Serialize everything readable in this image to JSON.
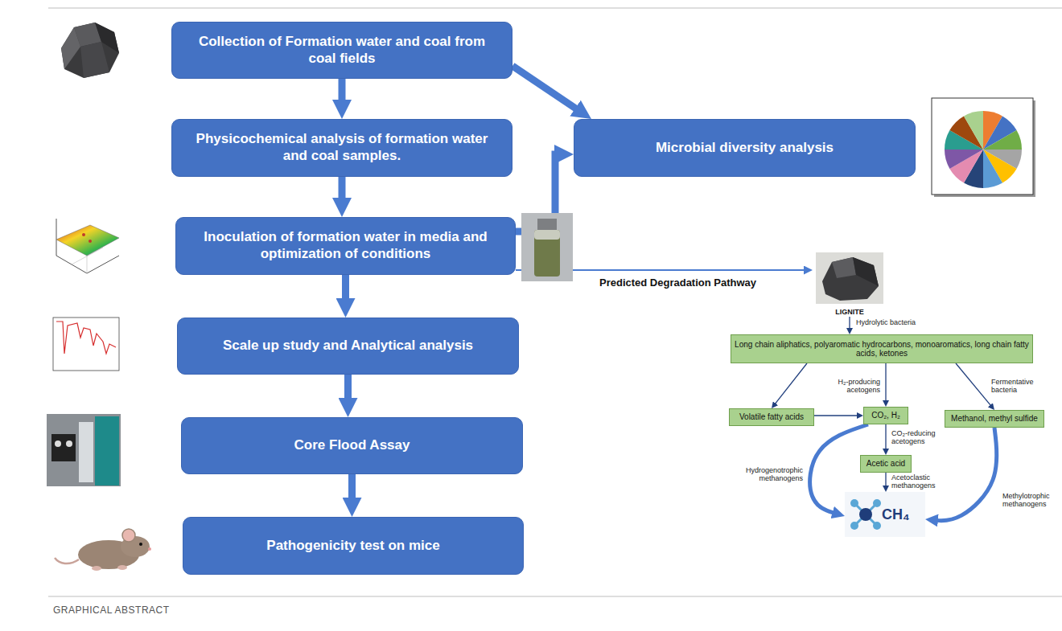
{
  "diagram": {
    "nodes": [
      {
        "text": [
          "Collection of Formation water and coal from coal fields"
        ]
      },
      {
        "text": [
          "Physicochemical analysis of formation water and coal samples."
        ]
      },
      {
        "text": [
          "Microbial diversity analysis"
        ]
      },
      {
        "text": [
          "Inoculation of formation water in media and optimization of conditions"
        ]
      },
      {
        "text": [
          "Scale up study and Analytical analysis"
        ]
      },
      {
        "text": [
          "Core Flood Assay"
        ]
      },
      {
        "text": [
          "Pathogenicity test on mice"
        ]
      },
      {
        "text": [
          "LIGNITE"
        ]
      },
      {
        "text": [
          "Long chain aliphatics, polyaromatic hydrocarbons, monoaromatics, long chain fatty acids, ketones"
        ]
      },
      {
        "text": [
          "Volatile fatty acids"
        ]
      },
      {
        "text": [
          "CO₂, H₂"
        ]
      },
      {
        "text": [
          "Methanol, methyl sulfide"
        ]
      },
      {
        "text": [
          "Acetic acid"
        ]
      },
      {
        "text": [
          "CH₄"
        ]
      }
    ],
    "edges": [
      {
        "from": 0,
        "to": 1,
        "arrow": "to"
      },
      {
        "from": 1,
        "to": 3,
        "arrow": "to"
      },
      {
        "from": 3,
        "to": 4,
        "arrow": "to"
      },
      {
        "from": 4,
        "to": 5,
        "arrow": "to"
      },
      {
        "from": 5,
        "to": 6,
        "arrow": "to"
      },
      {
        "from": 0,
        "to": 2,
        "arrow": "to"
      },
      {
        "from": 3,
        "to": 2,
        "arrow": "to"
      },
      {
        "from": 3,
        "to": 7,
        "label": "Predicted Degradation Pathway",
        "arrow": "to"
      },
      {
        "from": 7,
        "to": 8,
        "label": "Hydrolytic bacteria",
        "arrow": "to"
      },
      {
        "from": 8,
        "to": 9,
        "arrow": "to"
      },
      {
        "from": 8,
        "to": 10,
        "label": "H₂-producing acetogens",
        "arrow": "to"
      },
      {
        "from": 8,
        "to": 11,
        "label": "Fermentative bacteria",
        "arrow": "to"
      },
      {
        "from": 9,
        "to": 10,
        "arrow": "to"
      },
      {
        "from": 10,
        "to": 12,
        "label": "CO₂-reducing acetogens",
        "arrow": "to"
      },
      {
        "from": 12,
        "to": 13,
        "label": "Acetoclastic methanogens",
        "arrow": "to"
      },
      {
        "from": 10,
        "to": 13,
        "label": "Hydrogenotrophic methanogens",
        "arrow": "to"
      },
      {
        "from": 11,
        "to": 13,
        "label": "Methylotrophic methanogens",
        "arrow": "to"
      }
    ],
    "labels": [
      "GRAPHICAL ABSTRACT"
    ]
  }
}
